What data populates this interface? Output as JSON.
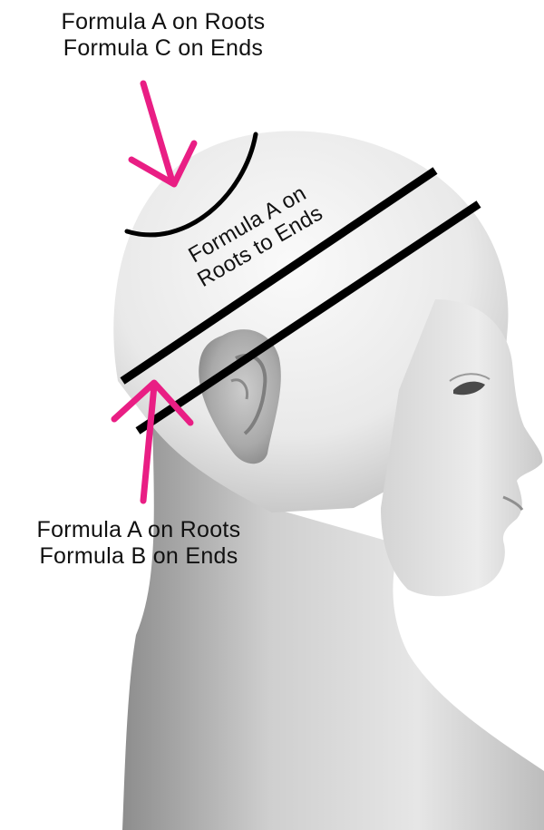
{
  "labels": {
    "crown": {
      "line1": "Formula A on Roots",
      "line2": "Formula C on Ends"
    },
    "band": {
      "line1": "Formula A on",
      "line2": "Roots to Ends"
    },
    "nape": {
      "line1": "Formula A on Roots",
      "line2": "Formula B on Ends"
    }
  },
  "colors": {
    "arrow": "#e91e84",
    "divider": "#000000",
    "text": "#111111"
  },
  "icons": {
    "crown_pointer": "arrow-down-right-icon",
    "nape_pointer": "arrow-up-icon"
  }
}
